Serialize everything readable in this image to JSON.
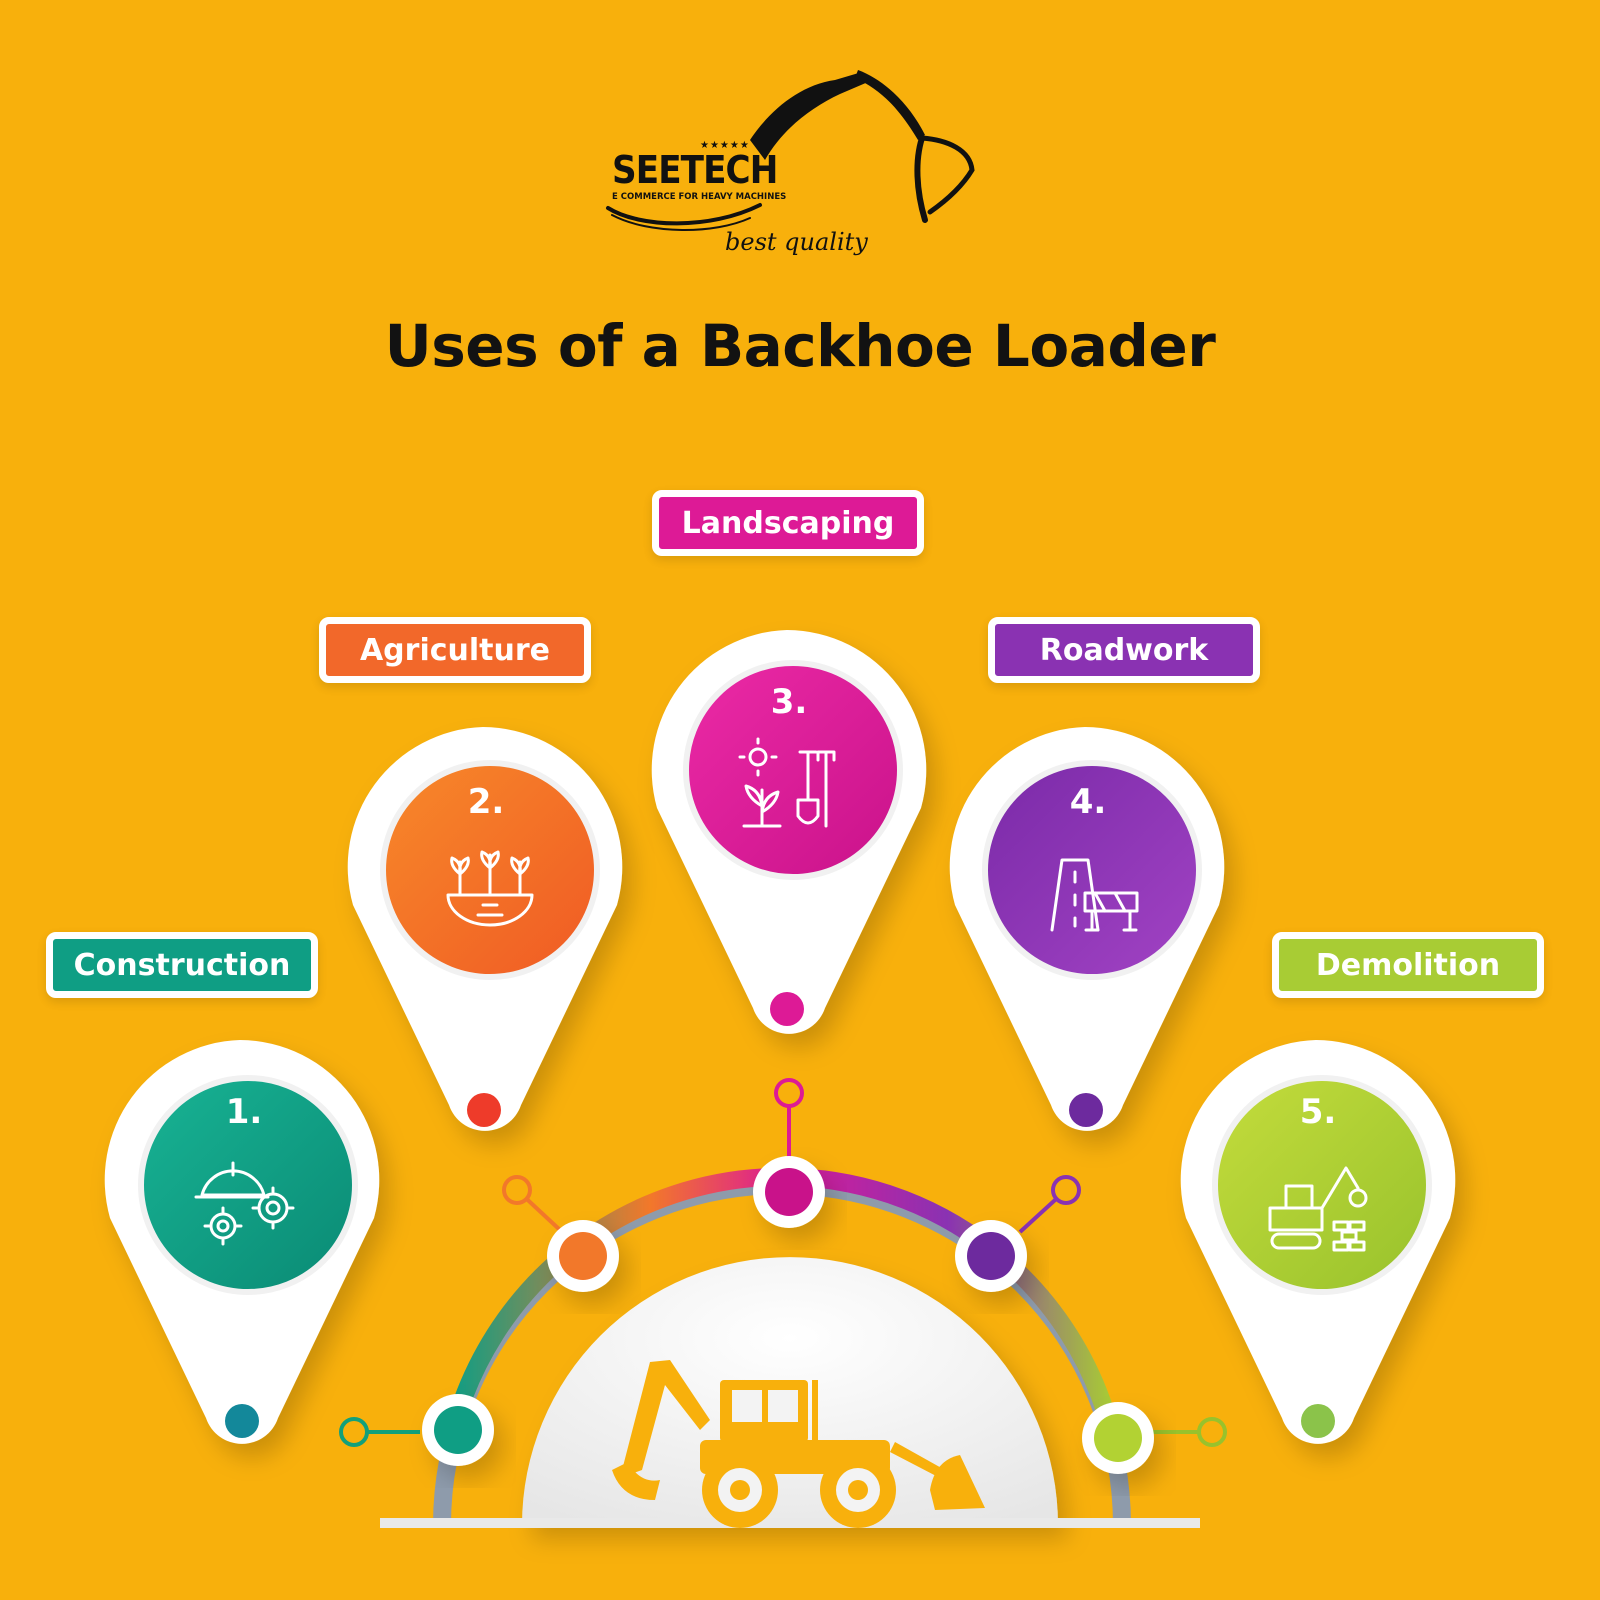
{
  "brand": {
    "name": "SEETECH",
    "stars": "★★★★★",
    "subtitle": "E COMMERCE FOR HEAVY MACHINES",
    "tagline": "best quality"
  },
  "title": "Uses of a Backhoe Loader",
  "colors": {
    "background": "#f8b00c",
    "construction": "#0f9e84",
    "agriculture": "#f2682a",
    "landscaping": "#dd1a96",
    "roadwork": "#8a32b2",
    "demolition": "#a8cc34",
    "machine": "#f8b00c"
  },
  "items": [
    {
      "number": "1.",
      "label": "Construction",
      "icon": "helmet-gears-icon"
    },
    {
      "number": "2.",
      "label": "Agriculture",
      "icon": "plants-gear-icon"
    },
    {
      "number": "3.",
      "label": "Landscaping",
      "icon": "garden-tools-icon"
    },
    {
      "number": "4.",
      "label": "Roadwork",
      "icon": "road-barrier-icon"
    },
    {
      "number": "5.",
      "label": "Demolition",
      "icon": "excavator-bricks-icon"
    }
  ],
  "center_icon": "backhoe-loader-icon"
}
